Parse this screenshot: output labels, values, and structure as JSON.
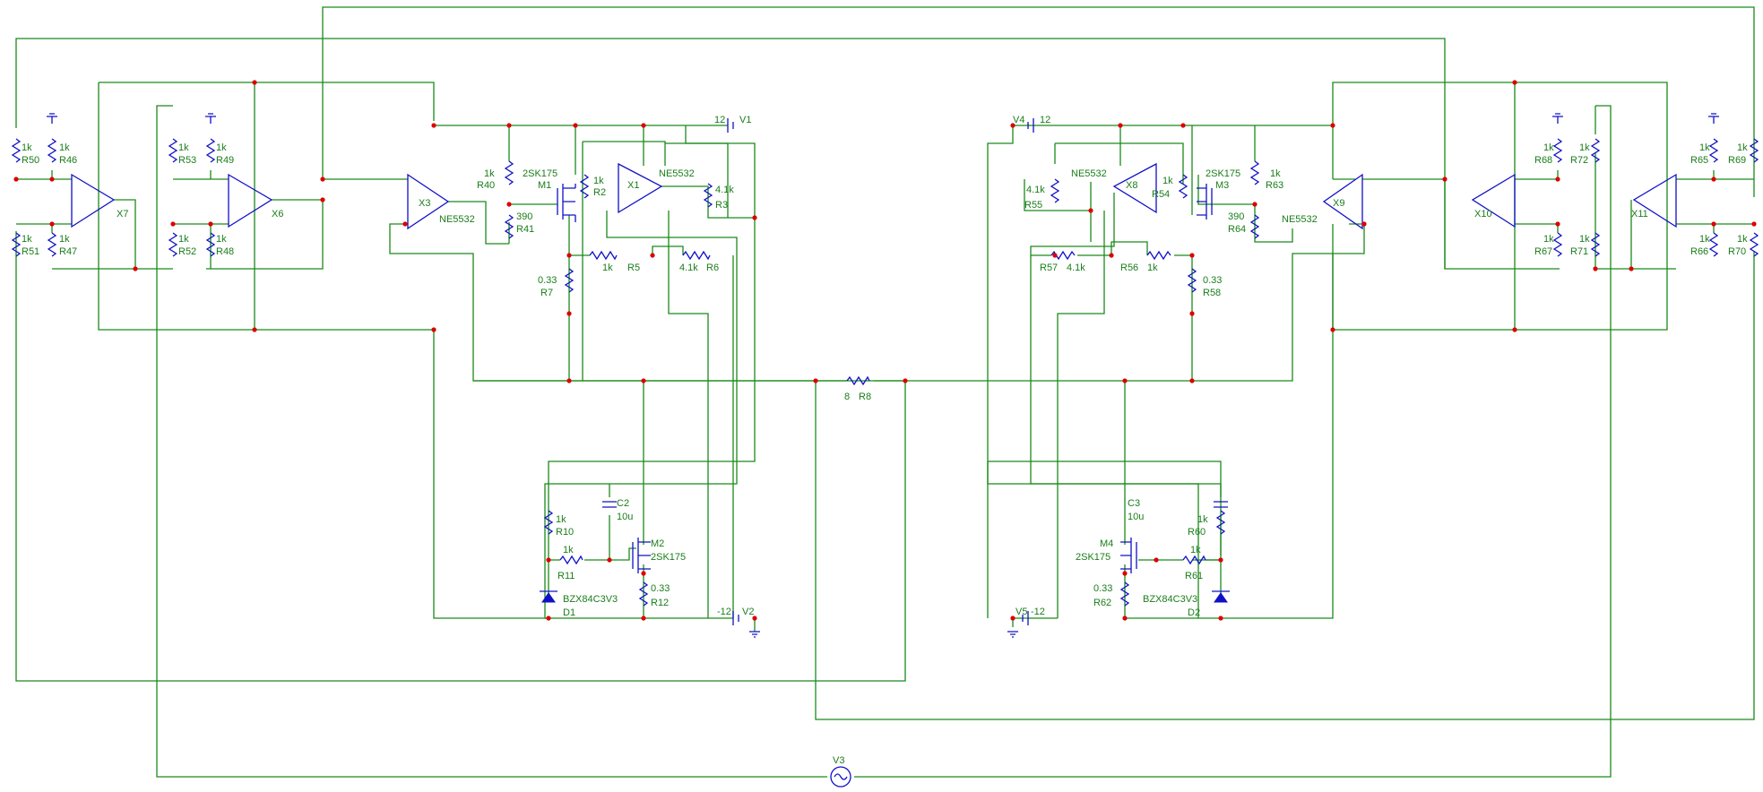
{
  "colors": {
    "wire": "#1b8a1b",
    "component": "#1010c8",
    "junction": "#dd0000",
    "label": "#1a7d1a",
    "background": "#ffffff"
  },
  "icons": {
    "voltage_source": "ac-voltage-source-icon",
    "ground": "ground-icon",
    "resistor": "resistor-icon",
    "opamp": "opamp-icon",
    "mosfet": "mosfet-icon",
    "zener": "zener-diode-icon",
    "capacitor": "capacitor-icon"
  },
  "components": {
    "R50": {
      "value": "1k",
      "ref": "R50"
    },
    "R46": {
      "value": "1k",
      "ref": "R46"
    },
    "R51": {
      "value": "1k",
      "ref": "R51"
    },
    "R47": {
      "value": "1k",
      "ref": "R47"
    },
    "R53": {
      "value": "1k",
      "ref": "R53"
    },
    "R49": {
      "value": "1k",
      "ref": "R49"
    },
    "R52": {
      "value": "1k",
      "ref": "R52"
    },
    "R48": {
      "value": "1k",
      "ref": "R48"
    },
    "X7": {
      "ref": "X7"
    },
    "X6": {
      "ref": "X6"
    },
    "X3": {
      "ref": "X3",
      "model": "NE5532"
    },
    "X1": {
      "ref": "X1",
      "model": "NE5532"
    },
    "R40": {
      "value": "1k",
      "ref": "R40"
    },
    "R41": {
      "value": "390",
      "ref": "R41"
    },
    "M1": {
      "ref": "M1",
      "model": "2SK175"
    },
    "R2": {
      "value": "1k",
      "ref": "R2"
    },
    "R3": {
      "value": "4.1k",
      "ref": "R3"
    },
    "R5": {
      "value": "1k",
      "ref": "R5"
    },
    "R6": {
      "value": "4.1k",
      "ref": "R6"
    },
    "R7": {
      "value": "0.33",
      "ref": "R7"
    },
    "V1": {
      "value": "12",
      "ref": "V1"
    },
    "V2": {
      "value": "-12",
      "ref": "V2"
    },
    "R8": {
      "value": "8",
      "ref": "R8"
    },
    "R10": {
      "value": "1k",
      "ref": "R10"
    },
    "R11": {
      "value": "1k",
      "ref": "R11"
    },
    "C2": {
      "ref": "C2",
      "value": "10u"
    },
    "M2": {
      "ref": "M2",
      "model": "2SK175"
    },
    "R12": {
      "value": "0.33",
      "ref": "R12"
    },
    "D1": {
      "ref": "D1",
      "model": "BZX84C3V3"
    },
    "V3": {
      "ref": "V3"
    },
    "V4": {
      "value": "12",
      "ref": "V4"
    },
    "V5": {
      "value": "-12",
      "ref": "V5"
    },
    "R55": {
      "value": "4.1k",
      "ref": "R55"
    },
    "X8": {
      "ref": "X8",
      "model": "NE5532"
    },
    "R54": {
      "value": "1k",
      "ref": "R54"
    },
    "M3": {
      "ref": "M3",
      "model": "2SK175"
    },
    "R63": {
      "value": "1k",
      "ref": "R63"
    },
    "R64": {
      "value": "390",
      "ref": "R64"
    },
    "X9": {
      "ref": "X9",
      "model": "NE5532"
    },
    "R57": {
      "value": "4.1k",
      "ref": "R57"
    },
    "R56": {
      "value": "1k",
      "ref": "R56"
    },
    "R58": {
      "value": "0.33",
      "ref": "R58"
    },
    "C3": {
      "ref": "C3",
      "value": "10u"
    },
    "M4": {
      "ref": "M4",
      "model": "2SK175"
    },
    "R60": {
      "value": "1k",
      "ref": "R60"
    },
    "R61": {
      "value": "1k",
      "ref": "R61"
    },
    "R62": {
      "value": "0.33",
      "ref": "R62"
    },
    "D2": {
      "ref": "D2",
      "model": "BZX84C3V3"
    },
    "X10": {
      "ref": "X10"
    },
    "X11": {
      "ref": "X11"
    },
    "R68": {
      "value": "1k",
      "ref": "R68"
    },
    "R72": {
      "value": "1k",
      "ref": "R72"
    },
    "R67": {
      "value": "1k",
      "ref": "R67"
    },
    "R71": {
      "value": "1k",
      "ref": "R71"
    },
    "R65": {
      "value": "1k",
      "ref": "R65"
    },
    "R69": {
      "value": "1k",
      "ref": "R69"
    },
    "R66": {
      "value": "1k",
      "ref": "R66"
    },
    "R70": {
      "value": "1k",
      "ref": "R70"
    }
  }
}
